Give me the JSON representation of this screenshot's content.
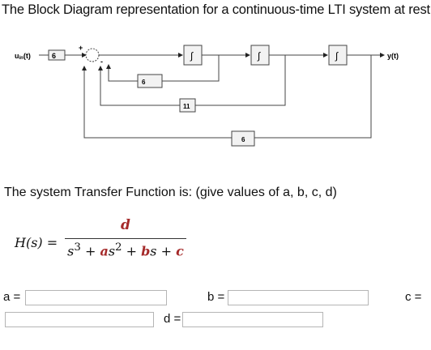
{
  "question": {
    "title": "The Block Diagram representation for a continuous-time LTI system at rest is,",
    "transfer_prompt": "The system Transfer  Function is: (give values of a, b, c, d)"
  },
  "diagram": {
    "input_label": "u_in(t)",
    "input_main": "u",
    "input_sub": "in",
    "input_tail": "(t)",
    "input_gain": "6",
    "sum_plus": "+",
    "sum_minus": "-",
    "integrator_symbol": "∫",
    "output_label": "y(t)",
    "feedback_gains": [
      "6",
      "11",
      "6"
    ]
  },
  "formula": {
    "lhs": "H(s) =",
    "numerator": "d",
    "den_s3": "s",
    "den_s3_exp": "3",
    "den_plus1": " + ",
    "den_a": "a",
    "den_s2": "s",
    "den_s2_exp": "2",
    "den_plus2": " + ",
    "den_b": "b",
    "den_s1": "s",
    "den_plus3": " + ",
    "den_c": "c"
  },
  "answers": {
    "a_label": "a =",
    "b_label": "b =",
    "c_label": "c =",
    "d_label": "d =",
    "a_value": "",
    "b_value": "",
    "c_value": "",
    "d_value": ""
  }
}
